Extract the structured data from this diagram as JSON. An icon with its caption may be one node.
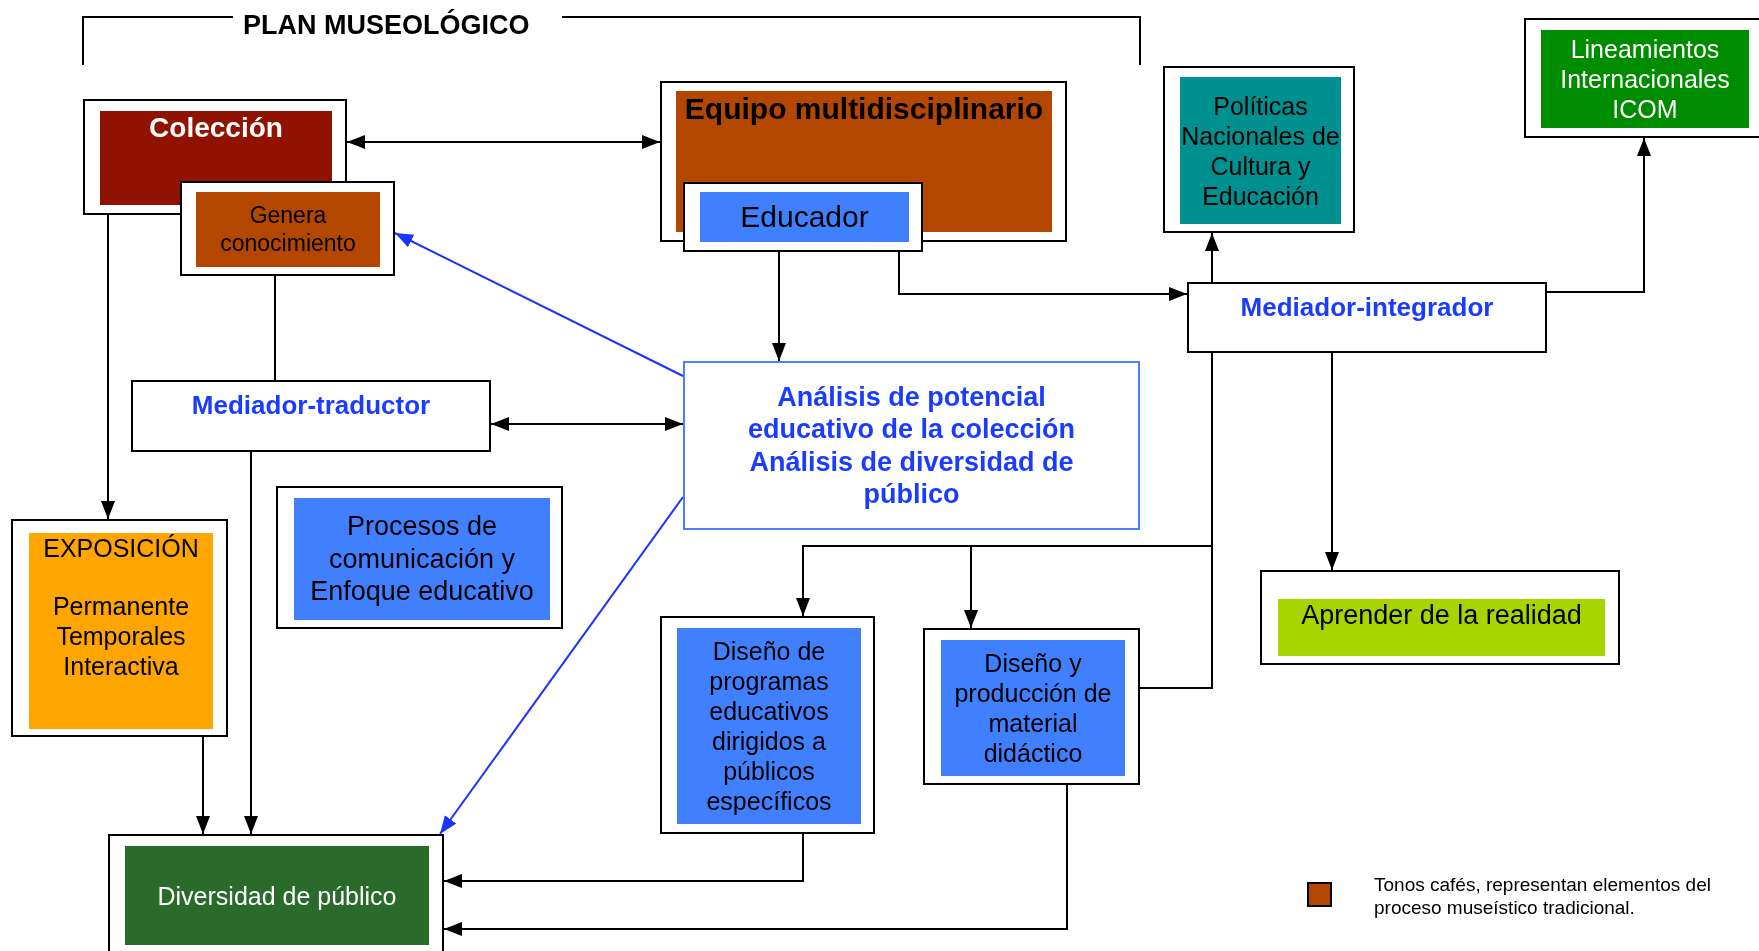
{
  "diagram": {
    "title": "PLAN MUSEOLÓGICO",
    "nodes": [
      {
        "text": [
          "Colección"
        ]
      },
      {
        "text": [
          "Genera conocimiento"
        ]
      },
      {
        "text": [
          "Equipo multidisciplinario"
        ]
      },
      {
        "text": [
          "Educador"
        ]
      },
      {
        "text": [
          "Políticas Nacionales de Cultura y Educación"
        ]
      },
      {
        "text": [
          "Lineamientos Internacionales ICOM"
        ]
      },
      {
        "text": [
          "Mediador-traductor"
        ]
      },
      {
        "text": [
          "Análisis de potencial educativo de la colección",
          "Análisis de diversidad de público"
        ]
      },
      {
        "text": [
          "Mediador-integrador"
        ]
      },
      {
        "text": [
          "Procesos de comunicación y Enfoque educativo"
        ]
      },
      {
        "text": [
          "EXPOSICIÓN",
          "Permanente Temporales Interactiva"
        ]
      },
      {
        "text": [
          "Aprender de la realidad"
        ]
      },
      {
        "text": [
          "Diseño de programas educativos dirigidos a públicos específicos"
        ]
      },
      {
        "text": [
          "Diseño y producción de material didáctico"
        ]
      },
      {
        "text": [
          "Diversidad de público"
        ]
      }
    ],
    "edges": [
      {
        "from": 0,
        "to": 2,
        "arrow": "both"
      },
      {
        "from": 6,
        "to": 7,
        "arrow": "both"
      },
      {
        "from": 1,
        "to": 6,
        "arrow": "none"
      },
      {
        "from": 0,
        "to": 10,
        "arrow": "to"
      },
      {
        "from": 10,
        "to": 14,
        "arrow": "to"
      },
      {
        "from": 6,
        "to": 14,
        "arrow": "to"
      },
      {
        "from": 3,
        "to": 7,
        "arrow": "to"
      },
      {
        "from": 3,
        "to": 8,
        "arrow": "to"
      },
      {
        "from": 8,
        "to": 4,
        "arrow": "to"
      },
      {
        "from": 8,
        "to": 5,
        "arrow": "to"
      },
      {
        "from": 8,
        "to": 11,
        "arrow": "to"
      },
      {
        "from": 7,
        "to": 1,
        "arrow": "to",
        "color": "#1a33ff"
      },
      {
        "from": 7,
        "to": 14,
        "arrow": "to",
        "color": "#1a33ff"
      },
      {
        "from": 8,
        "to": 12,
        "arrow": "to"
      },
      {
        "from": 8,
        "to": 13,
        "arrow": "to"
      },
      {
        "from": 13,
        "to": 8,
        "arrow": "none"
      },
      {
        "from": 12,
        "to": 14,
        "arrow": "to"
      },
      {
        "from": 13,
        "to": 14,
        "arrow": "to"
      }
    ],
    "legend": [
      {
        "text": "Tonos cafés, representan elementos del proceso museístico tradicional.",
        "color": "#b34700"
      }
    ]
  }
}
